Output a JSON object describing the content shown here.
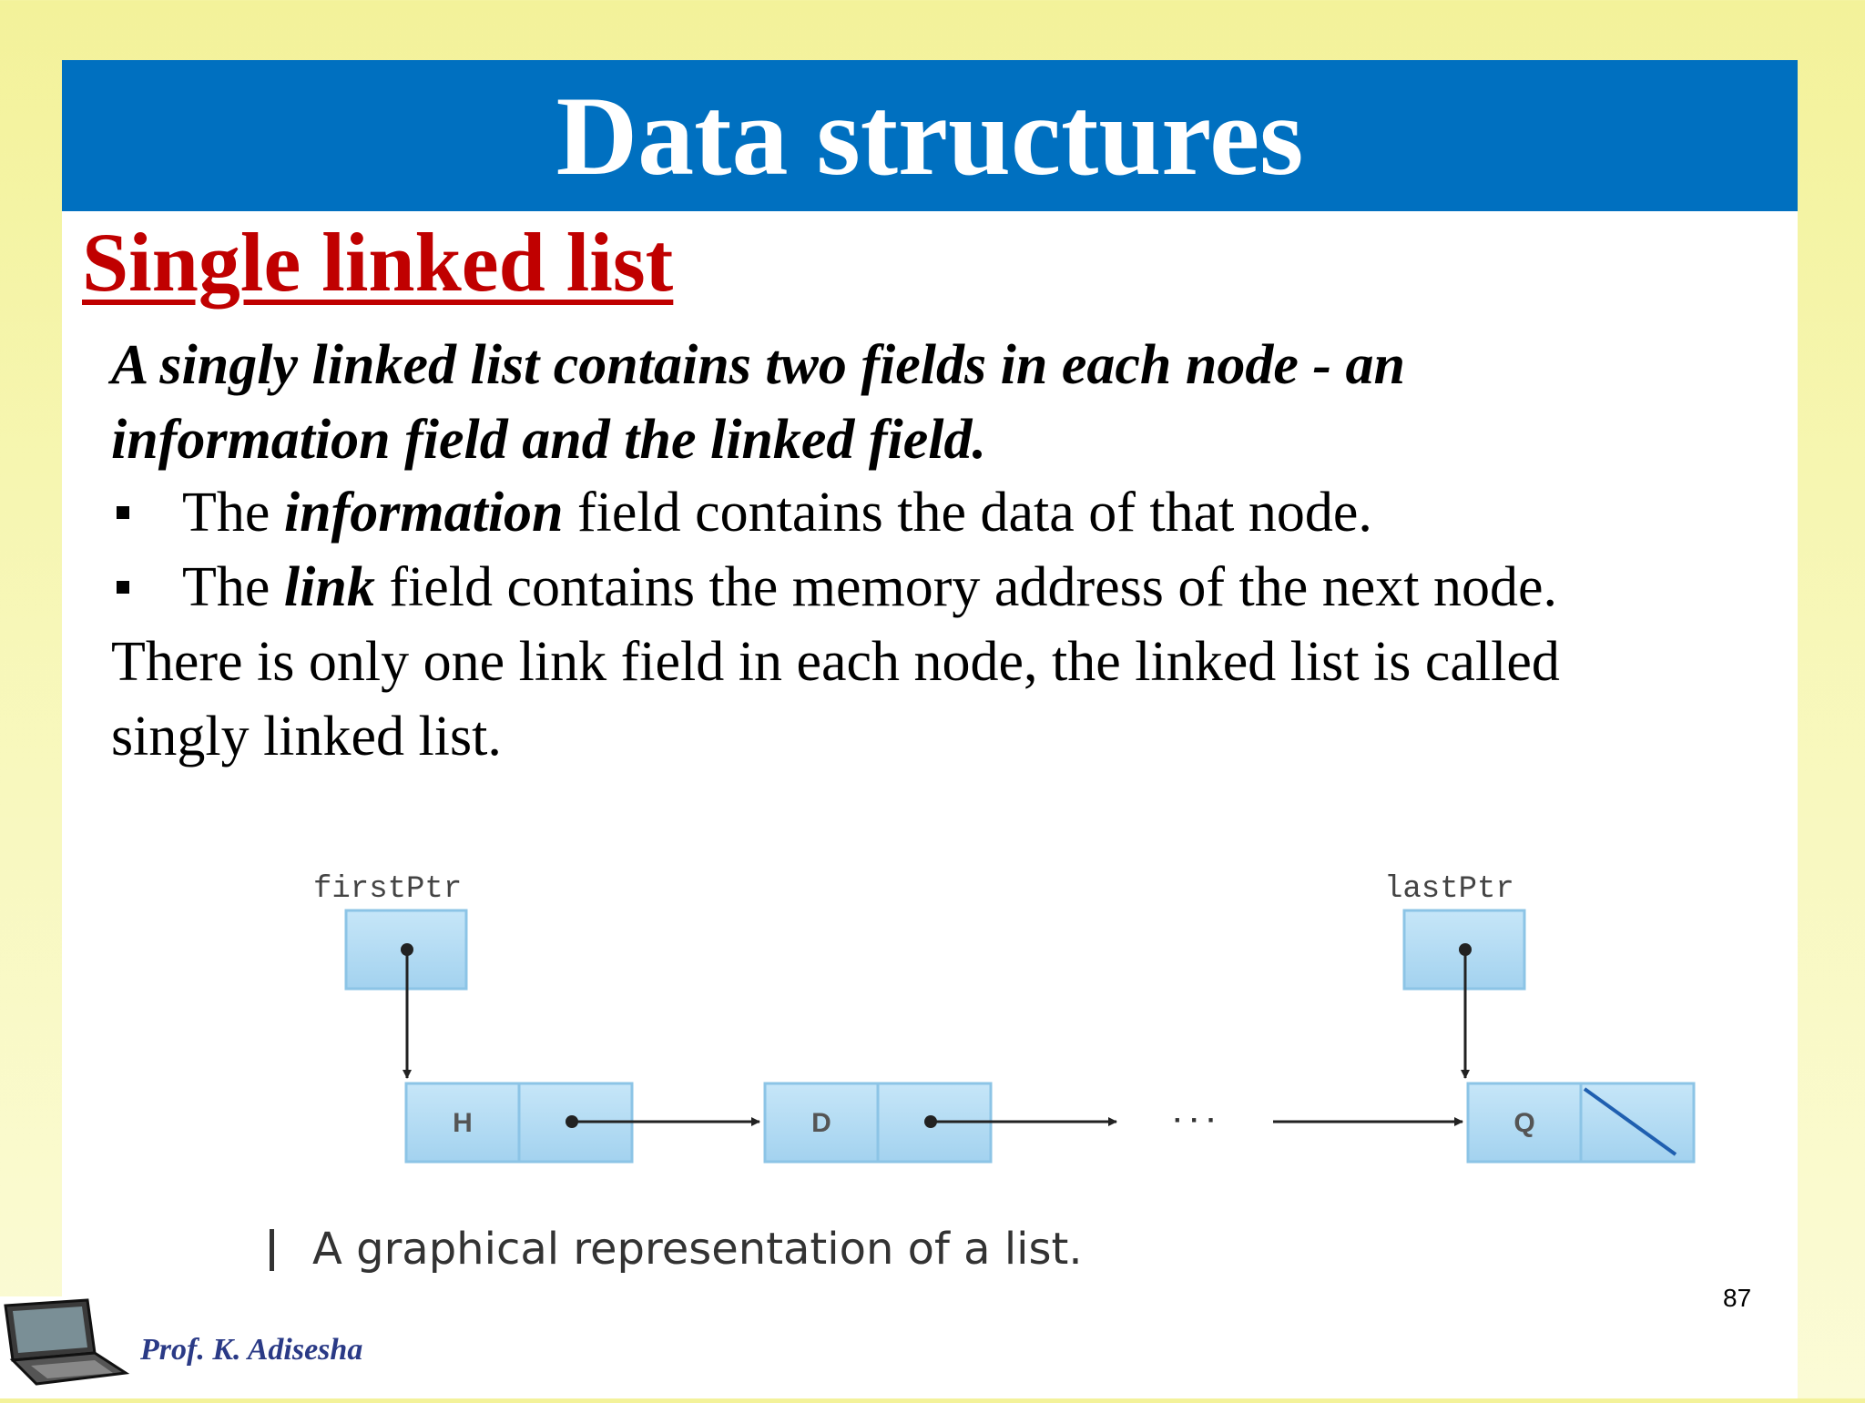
{
  "header": {
    "title": "Data structures"
  },
  "section": {
    "subtitle": "Single linked list"
  },
  "content": {
    "intro_line1": "A singly linked list contains two fields in each node - an",
    "intro_line2": "information field and the linked field.",
    "bullets": [
      {
        "pre": "The ",
        "em": "information",
        "post": " field contains the data of that node."
      },
      {
        "pre": "The ",
        "em": "link",
        "post": " field contains the memory address of the next node."
      }
    ],
    "para_line1": "There is only one link field in each node, the linked list is called",
    "para_line2": "singly linked list."
  },
  "diagram": {
    "first_ptr_label": "firstPtr",
    "last_ptr_label": "lastPtr",
    "nodes": [
      "H",
      "D",
      "Q"
    ],
    "ellipsis": "· · ·",
    "caption": "A graphical representation of a list."
  },
  "footer": {
    "page_number": "87",
    "author": "Prof. K. Adisesha"
  }
}
